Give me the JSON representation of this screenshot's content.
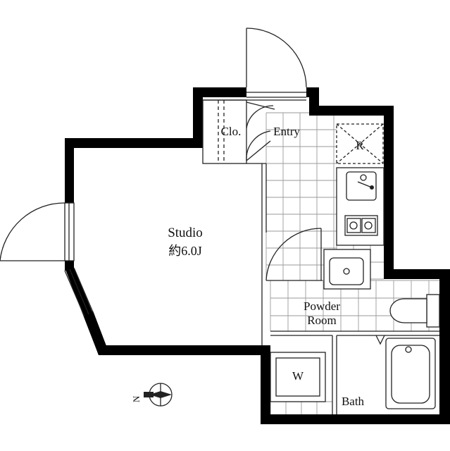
{
  "rooms": {
    "studio": "Studio",
    "studio_size": "約6.0J",
    "closet": "Clo.",
    "entry": "Entry",
    "refrigerator": "R",
    "powder_room_line1": "Powder",
    "powder_room_line2": "Room",
    "washer": "W",
    "bath": "Bath"
  },
  "compass": {
    "north": "N"
  },
  "colors": {
    "wall": "#000000",
    "tile": "#9a9a9a",
    "line": "#222222"
  }
}
